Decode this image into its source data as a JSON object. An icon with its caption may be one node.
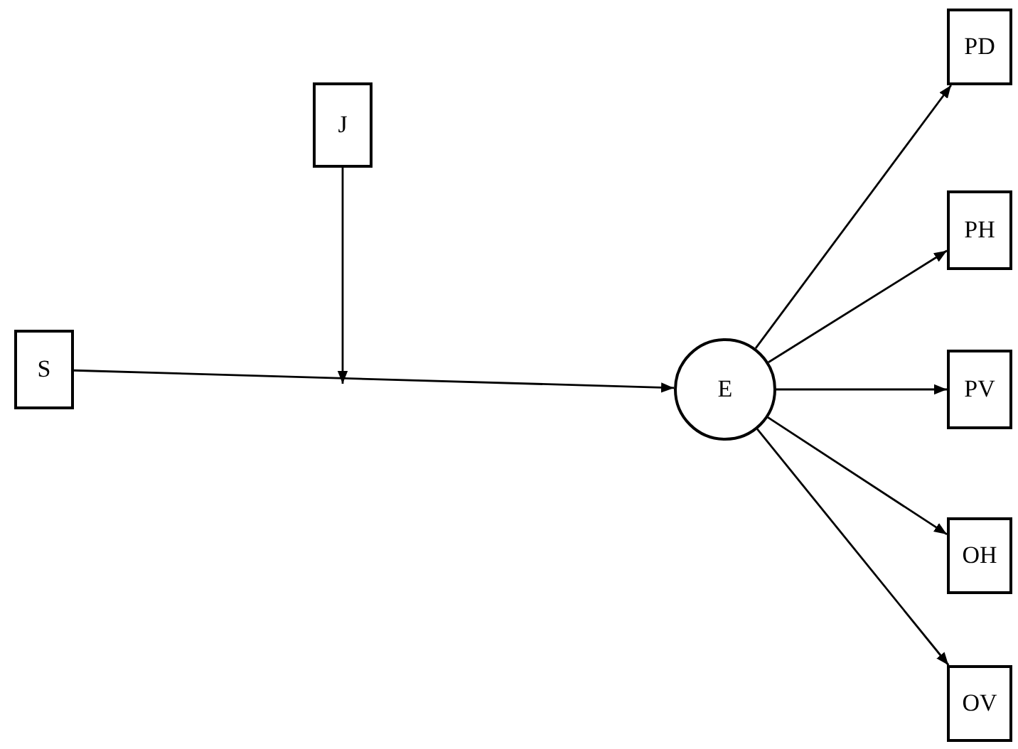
{
  "diagram": {
    "nodes": [
      {
        "text": [
          "S"
        ]
      },
      {
        "text": [
          "J"
        ]
      },
      {
        "text": [
          "E"
        ]
      },
      {
        "text": [
          "PD"
        ]
      },
      {
        "text": [
          "PH"
        ]
      },
      {
        "text": [
          "PV"
        ]
      },
      {
        "text": [
          "OH"
        ]
      },
      {
        "text": [
          "OV"
        ]
      }
    ],
    "edges": [
      {
        "from": 0,
        "to": 2,
        "arrow": "to"
      },
      {
        "from": 1,
        "to": null,
        "arrow": "to"
      },
      {
        "from": 2,
        "to": 3,
        "arrow": "to"
      },
      {
        "from": 2,
        "to": 4,
        "arrow": "to"
      },
      {
        "from": 2,
        "to": 5,
        "arrow": "to"
      },
      {
        "from": 2,
        "to": 6,
        "arrow": "to"
      },
      {
        "from": 2,
        "to": 7,
        "arrow": "to"
      }
    ]
  }
}
